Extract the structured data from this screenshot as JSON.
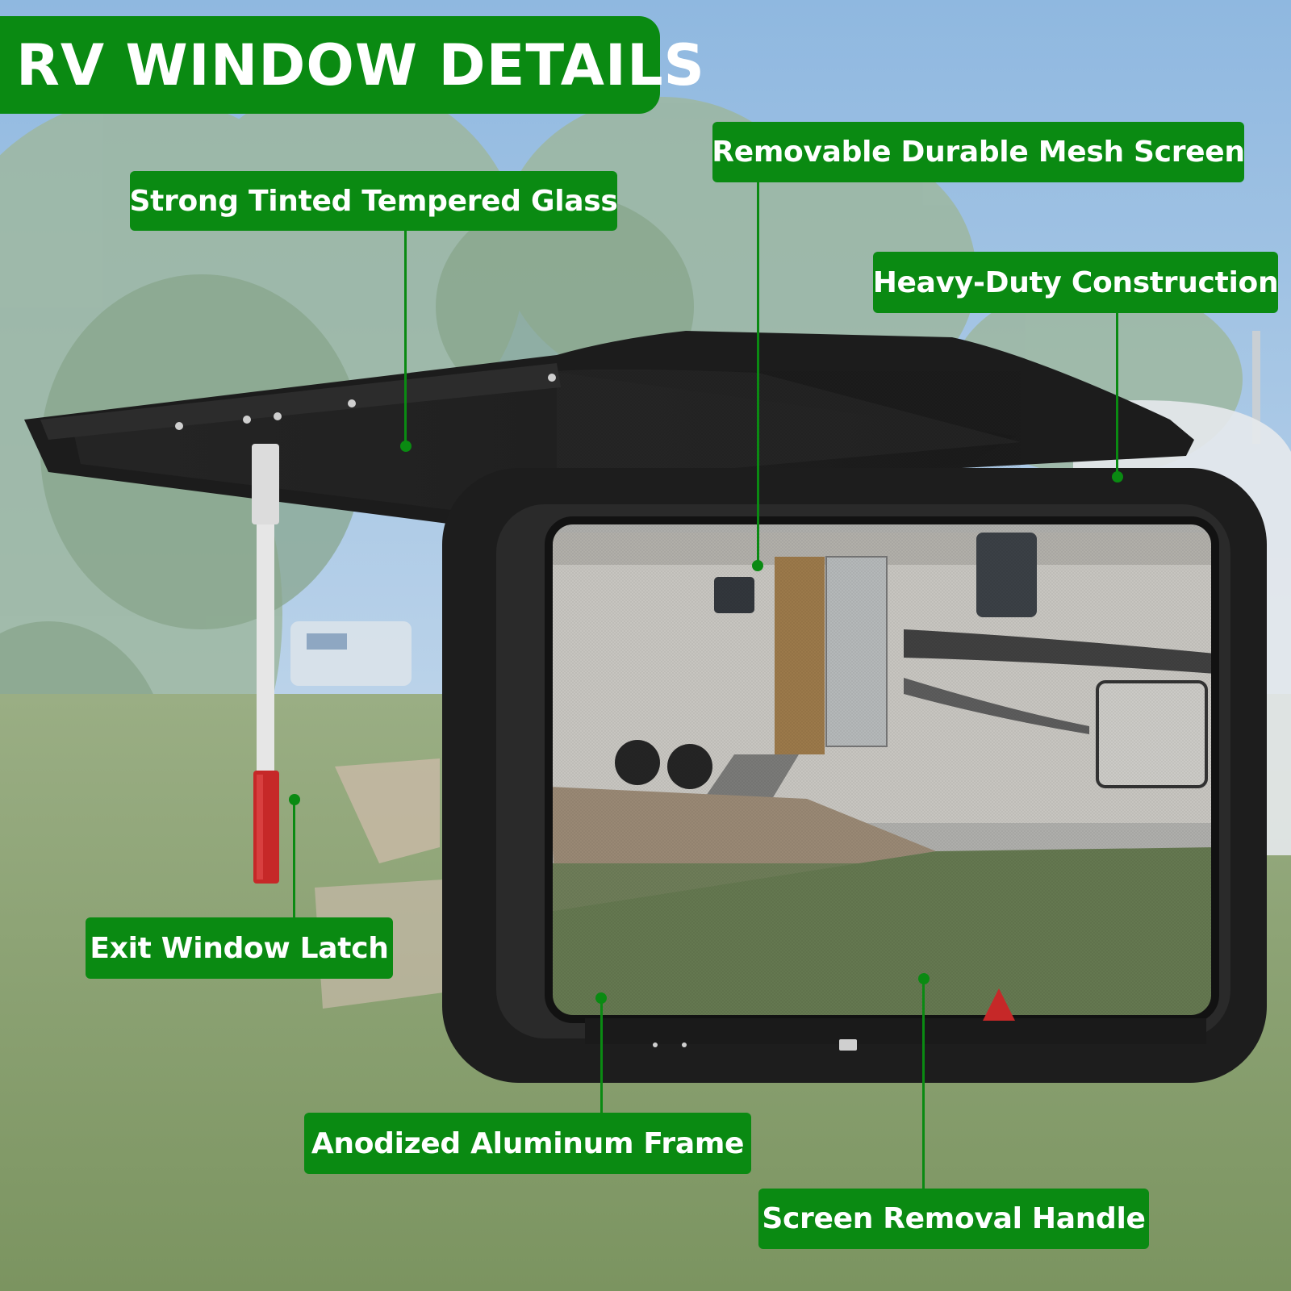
{
  "title": "RV WINDOW DETAILS",
  "callouts": {
    "glass": "Strong Tinted Tempered Glass",
    "mesh": "Removable Durable Mesh Screen",
    "construction": "Heavy-Duty Construction",
    "latch": "Exit Window Latch",
    "frame": "Anodized Aluminum Frame",
    "handle": "Screen Removal Handle"
  },
  "colors": {
    "label_green": "#0a8a12",
    "leader_green": "#0a8a12",
    "frame_black": "#1a1a1a",
    "latch_red": "#c62828",
    "sky": "#b8d4ea",
    "grass": "#7f9a62"
  }
}
